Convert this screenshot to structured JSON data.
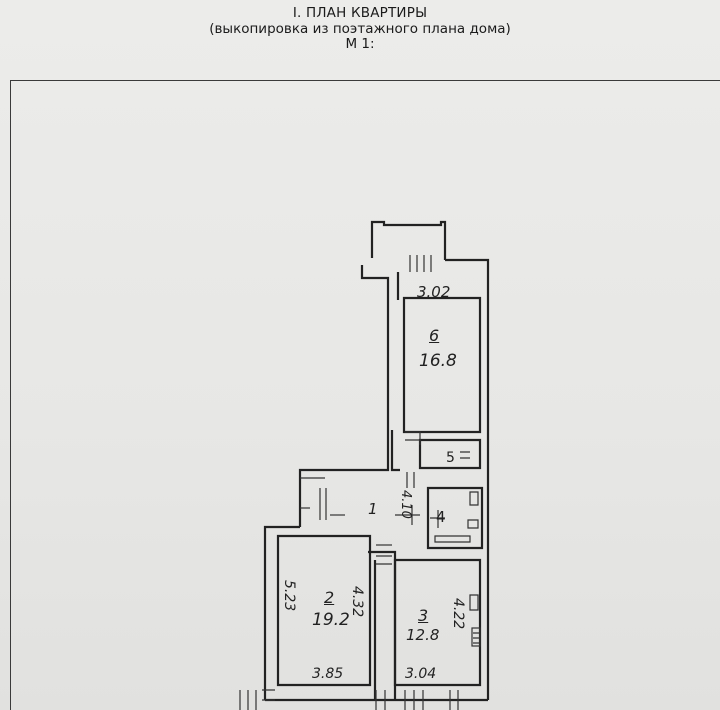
{
  "header": {
    "title": "I. ПЛАН КВАРТИРЫ",
    "subtitle": "(выкопировка из поэтажного плана дома)",
    "scale": "М 1:"
  },
  "rooms": [
    {
      "number": "6",
      "area": "16.8",
      "width": "3.02"
    },
    {
      "number": "5"
    },
    {
      "number": "4"
    },
    {
      "number": "1",
      "length": "4.10"
    },
    {
      "number": "2",
      "area": "19.2",
      "length_left": "5.23",
      "length_right": "4.32",
      "width": "3.85"
    },
    {
      "number": "3",
      "area": "12.8",
      "length": "4.22",
      "width": "3.04"
    }
  ]
}
